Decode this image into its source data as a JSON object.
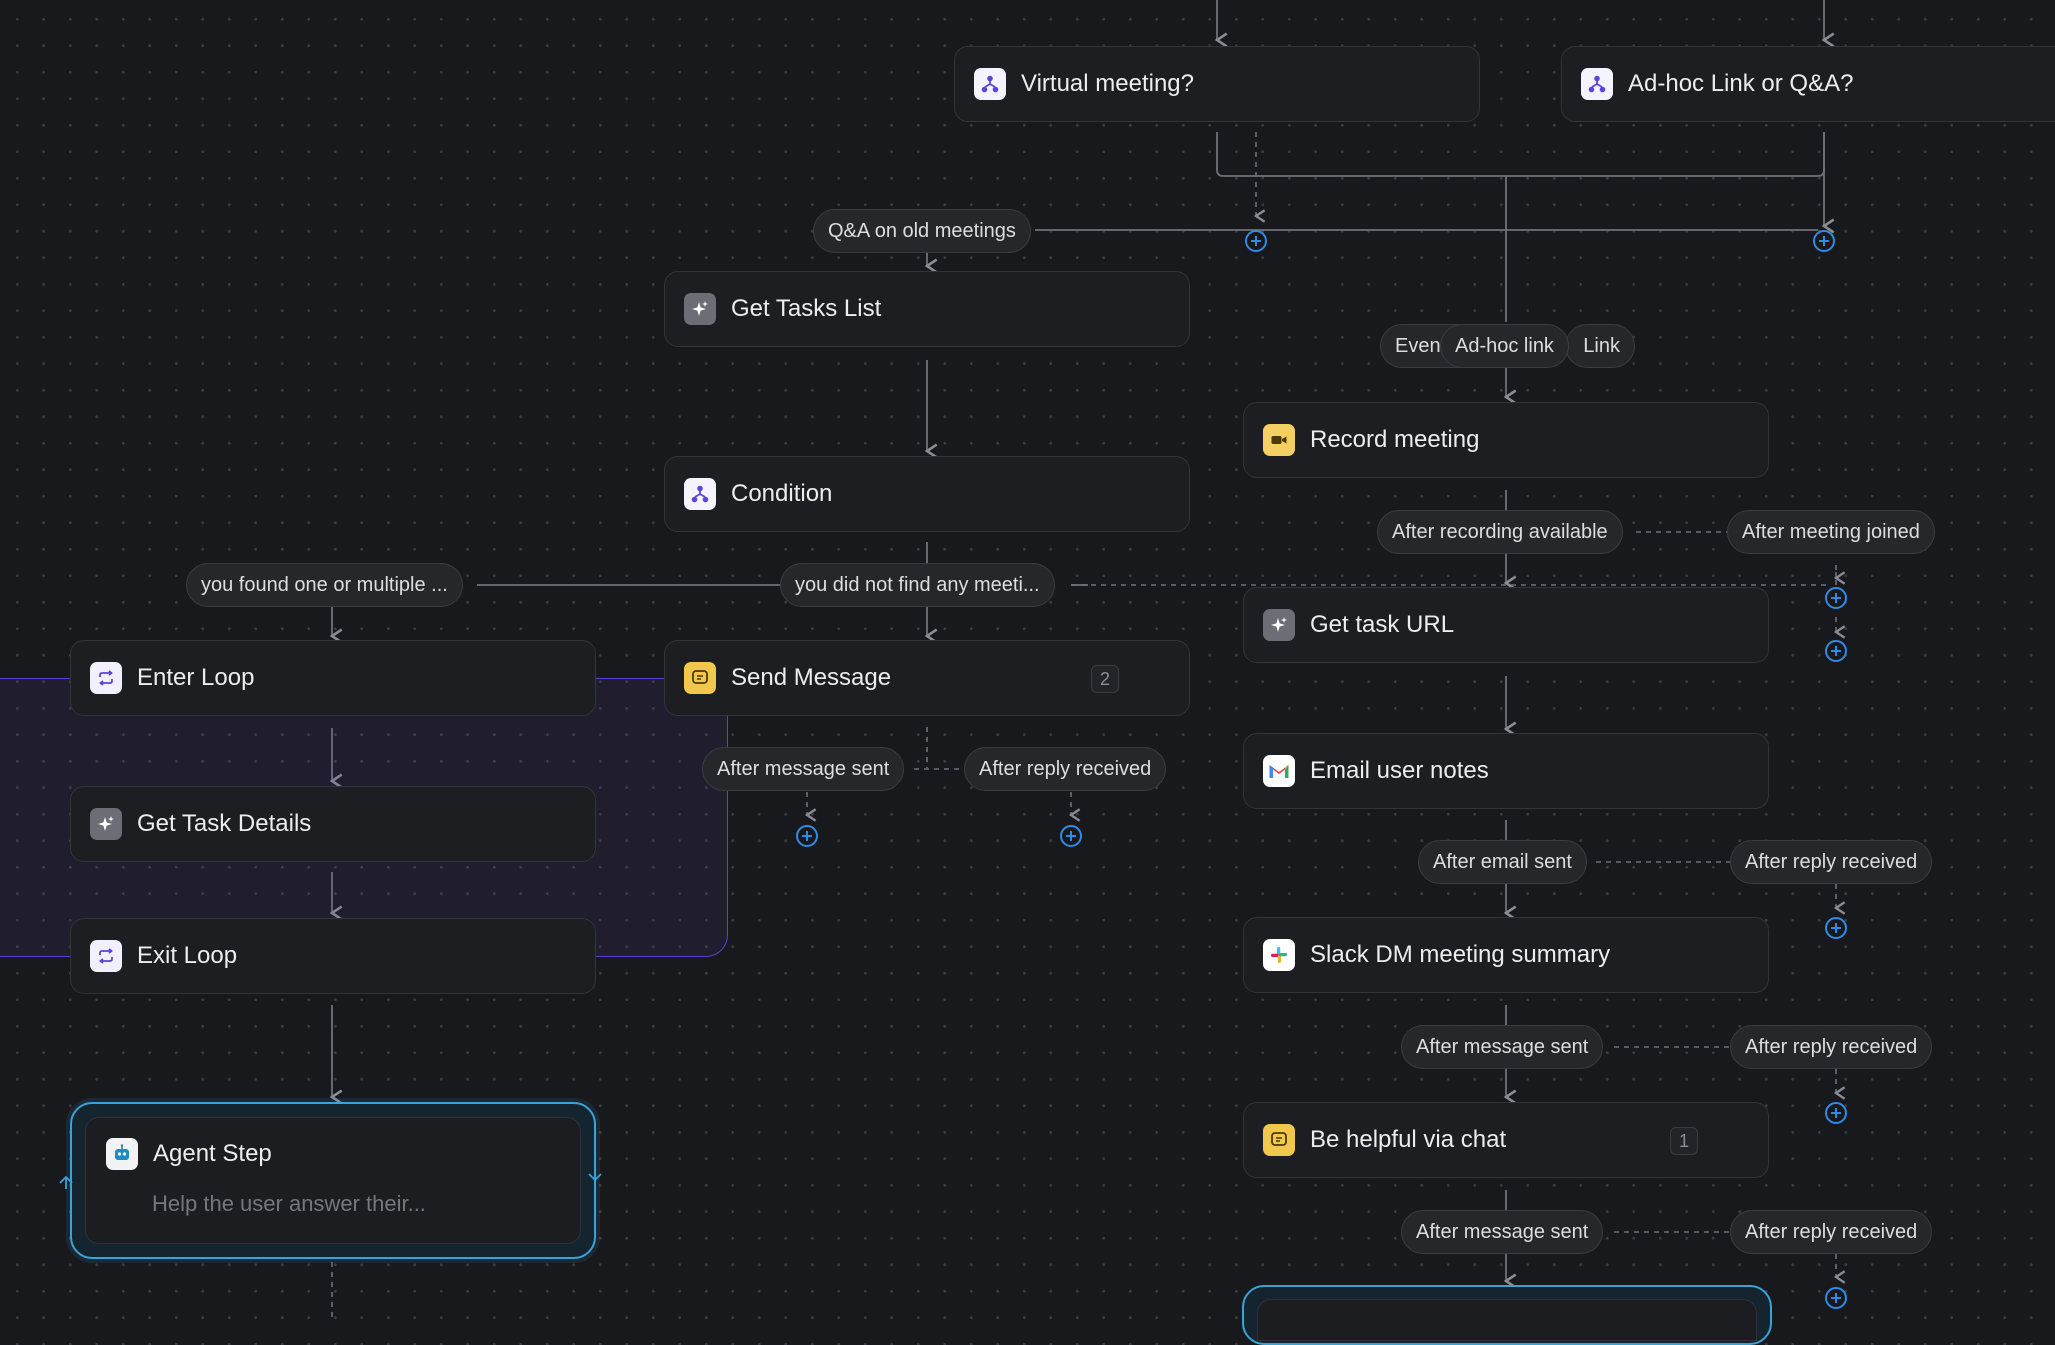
{
  "canvas": {
    "dot_color": "#3a3c42",
    "background": "#18191c",
    "accent_blue": "#2f8be6",
    "loop_border": "#5b3fd6",
    "agent_border": "#3aa2d6"
  },
  "nodes": {
    "virtual_meeting": {
      "label": "Virtual meeting?",
      "icon": "branch-icon"
    },
    "adhoc_link_qa": {
      "label": "Ad-hoc Link or Q&A?",
      "icon": "branch-icon"
    },
    "get_tasks_list": {
      "label": "Get Tasks List",
      "icon": "sparkle-icon"
    },
    "condition": {
      "label": "Condition",
      "icon": "branch-icon"
    },
    "send_message": {
      "label": "Send Message",
      "icon": "message-icon",
      "badge": "2"
    },
    "enter_loop": {
      "label": "Enter Loop",
      "icon": "loop-icon"
    },
    "get_task_details": {
      "label": "Get Task Details",
      "icon": "sparkle-icon"
    },
    "exit_loop": {
      "label": "Exit Loop",
      "icon": "loop-icon"
    },
    "agent_step": {
      "label": "Agent Step",
      "subtitle": "Help the user answer their...",
      "icon": "robot-icon"
    },
    "record_meeting": {
      "label": "Record meeting",
      "icon": "video-camera-icon"
    },
    "get_task_url": {
      "label": "Get task URL",
      "icon": "sparkle-icon"
    },
    "email_user_notes": {
      "label": "Email user notes",
      "icon": "gmail-icon"
    },
    "slack_dm": {
      "label": "Slack DM meeting summary",
      "icon": "slack-icon"
    },
    "be_helpful": {
      "label": "Be helpful via chat",
      "icon": "message-icon",
      "badge": "1"
    }
  },
  "pills": {
    "qa_old_meetings": "Q&A on old meetings",
    "even_partial": "Even",
    "adhoc_link": "Ad-hoc link",
    "link_partial": "Link",
    "after_recording_available": "After recording available",
    "after_meeting_joined": "After meeting joined",
    "found_one_or_multiple": "you found one or multiple ...",
    "did_not_find": "you did not find any meeti...",
    "sm_after_message_sent": "After message sent",
    "sm_after_reply_received": "After reply received",
    "after_email_sent": "After email sent",
    "email_after_reply_received": "After reply received",
    "slack_after_message_sent": "After message sent",
    "slack_after_reply_received": "After reply received",
    "chat_after_message_sent": "After message sent",
    "chat_after_reply_received": "After reply received"
  }
}
